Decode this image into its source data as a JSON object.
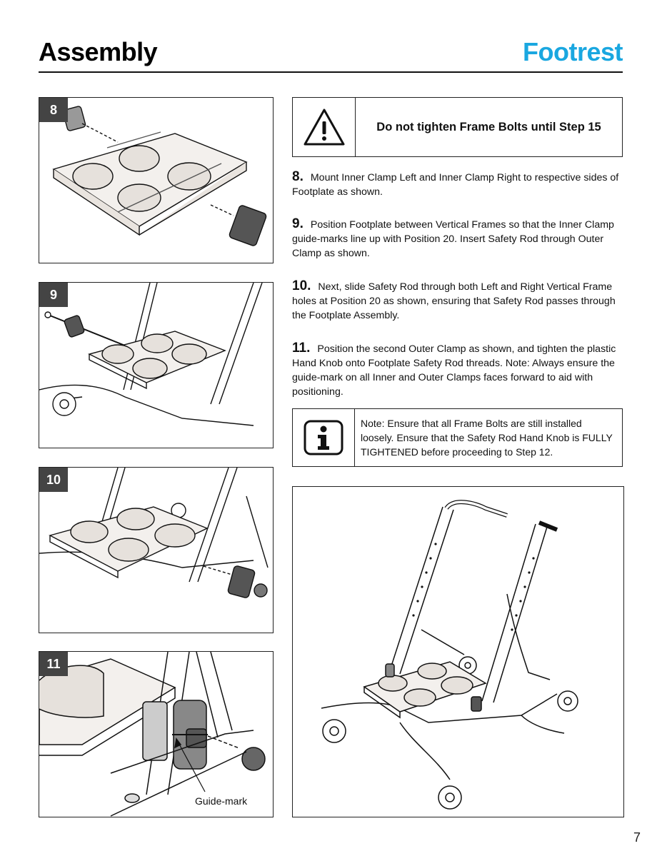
{
  "header": {
    "title": "Assembly",
    "section": "Footrest"
  },
  "panels": [
    {
      "step": "8"
    },
    {
      "step": "9"
    },
    {
      "step": "10"
    },
    {
      "step": "11",
      "callout": "Guide-mark"
    }
  ],
  "warning": {
    "icon": "warning-triangle-icon",
    "text": "Do not tighten Frame Bolts until Step 15"
  },
  "steps": [
    {
      "number": "8.",
      "text": "Mount Inner Clamp Left and Inner Clamp Right to respective sides of Footplate as shown."
    },
    {
      "number": "9.",
      "text": "Position Footplate between Vertical Frames so that the Inner Clamp guide-marks line up with Position 20. Insert Safety Rod through Outer Clamp as shown."
    },
    {
      "number": "10.",
      "text": "Next, slide Safety Rod through both Left and Right Vertical Frame holes at Position 20 as shown, ensuring that Safety Rod passes through the Footplate Assembly."
    },
    {
      "number": "11.",
      "text": "Position the second Outer Clamp as shown, and tighten the plastic Hand Knob onto Footplate Safety Rod threads. Note: Always ensure the guide-mark on all Inner and Outer Clamps faces forward to aid with positioning."
    }
  ],
  "note": {
    "icon": "info-icon",
    "text": "Note: Ensure that all Frame Bolts are still installed loosely. Ensure that the Safety Rod Hand Knob is FULLY TIGHTENED before proceeding to Step 12."
  },
  "page_number": "7",
  "colors": {
    "accent": "#1aa7e0",
    "badge": "#444444",
    "strap_fill": "#e6e1dc"
  }
}
